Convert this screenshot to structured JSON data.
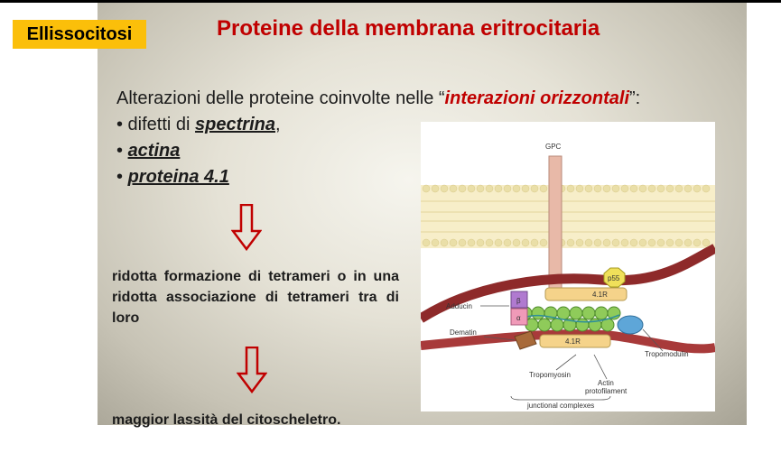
{
  "header": {
    "tag": "Ellissocitosi",
    "title": "Proteine della membrana eritrocitaria"
  },
  "intro": {
    "before": "Alterazioni delle proteine coinvolte nelle “",
    "emphasis": "interazioni orizzontali",
    "after": "”:"
  },
  "bullets": [
    {
      "prefix": "• difetti di ",
      "term": "spectrina",
      "suffix": ","
    },
    {
      "prefix": "• ",
      "term": "actina",
      "suffix": ""
    },
    {
      "prefix": "• ",
      "term": "proteina 4.1",
      "suffix": ""
    }
  ],
  "consequence": "ridotta formazione di tetrameri o in una ridotta associazione di tetrameri tra di loro",
  "conclusion": "maggior lassità del citoscheletro.",
  "figure": {
    "labels": {
      "gpc": "GPC",
      "p55": "p55",
      "adducin": "Adducin",
      "beta": "β",
      "alpha": "α",
      "dematin": "Dematin",
      "band41r_top": "4.1R",
      "band41r": "4.1R",
      "tropomodulin": "Tropomodulin",
      "tropomyosin": "Tropomyosin",
      "actin": "Actin",
      "protofilament": "protofilament",
      "junctional": "junctional complexes"
    }
  },
  "colors": {
    "tag_bg": "#fbbf0a",
    "title": "#c00000",
    "emphasis": "#c00000",
    "arrow": "#c00000"
  }
}
